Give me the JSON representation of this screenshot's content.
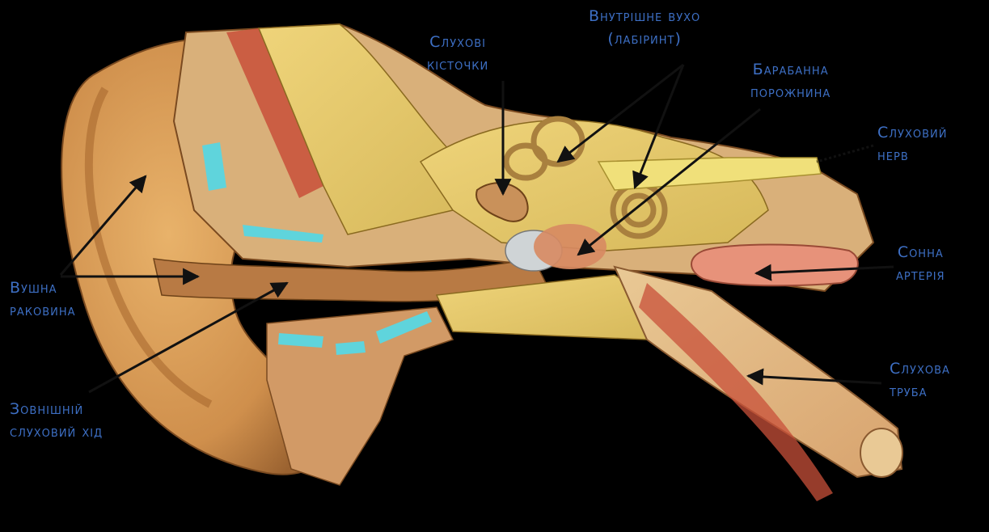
{
  "labels": {
    "auricle": [
      "Вушна",
      "раковина"
    ],
    "ear_canal": [
      "Зовнішній",
      "слуховий хід"
    ],
    "ossicles": [
      "Слухові",
      "кісточки"
    ],
    "inner_ear": [
      "Внутрішне вухо",
      "(лабіринт)"
    ],
    "tympanic_cavity": [
      "Барабанна",
      "порожнина"
    ],
    "auditory_nerve": [
      "Слуховий",
      "нерв"
    ],
    "carotid_artery": [
      "Сонна",
      "артерія"
    ],
    "eustachian_tube": [
      "Слухова",
      "труба"
    ]
  },
  "colors": {
    "background": "#000000",
    "label": "#3d6fc4",
    "skin": "#d9a05c",
    "bone": "#e3cc6e",
    "cartilage": "#5fd4dc",
    "artery": "#e7927a",
    "muscle": "#c8503a"
  }
}
